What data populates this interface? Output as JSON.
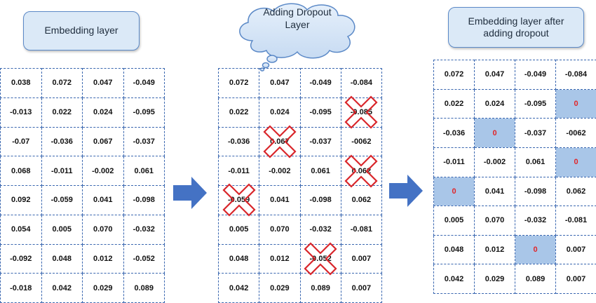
{
  "labels": {
    "embedding": "Embedding layer",
    "dropout_line1": "Adding Dropout",
    "dropout_line2": "Layer",
    "after_line1": "Embedding layer after",
    "after_line2": "adding dropout"
  },
  "colors": {
    "grid_border": "#3a67b0",
    "label_fill": "#dbe9f7",
    "dropped_fill": "#a9c6e8",
    "zero_text": "#e0262a",
    "cross": "#d9262b",
    "arrow": "#4472c4"
  },
  "left_grid": [
    [
      "0.038",
      "0.072",
      "0.047",
      "-0.049"
    ],
    [
      "-0.013",
      "0.022",
      "0.024",
      "-0.095"
    ],
    [
      "-0.07",
      "-0.036",
      "0.067",
      "-0.037"
    ],
    [
      "0.068",
      "-0.011",
      "-0.002",
      "0.061"
    ],
    [
      "0.092",
      "-0.059",
      "0.041",
      "-0.098"
    ],
    [
      "0.054",
      "0.005",
      "0.070",
      "-0.032"
    ],
    [
      "-0.092",
      "0.048",
      "0.012",
      "-0.052"
    ],
    [
      "-0.018",
      "0.042",
      "0.029",
      "0.089"
    ]
  ],
  "middle_grid": [
    [
      "0.072",
      "0.047",
      "-0.049",
      "-0.084"
    ],
    [
      "0.022",
      "0.024",
      "-0.095",
      "-0.085"
    ],
    [
      "-0.036",
      "0.067",
      "-0.037",
      "-0062"
    ],
    [
      "-0.011",
      "-0.002",
      "0.061",
      "0.062"
    ],
    [
      "-0.059",
      "0.041",
      "-0.098",
      "0.062"
    ],
    [
      "0.005",
      "0.070",
      "-0.032",
      "-0.081"
    ],
    [
      "0.048",
      "0.012",
      "-0.052",
      "0.007"
    ],
    [
      "0.042",
      "0.029",
      "0.089",
      "0.007"
    ]
  ],
  "crossed_cells": [
    [
      1,
      3
    ],
    [
      2,
      1
    ],
    [
      3,
      3
    ],
    [
      4,
      0
    ],
    [
      6,
      2
    ]
  ],
  "right_grid": [
    [
      "0.072",
      "0.047",
      "-0.049",
      "-0.084"
    ],
    [
      "0.022",
      "0.024",
      "-0.095",
      "0"
    ],
    [
      "-0.036",
      "0",
      "-0.037",
      "-0062"
    ],
    [
      "-0.011",
      "-0.002",
      "0.061",
      "0"
    ],
    [
      "0",
      "0.041",
      "-0.098",
      "0.062"
    ],
    [
      "0.005",
      "0.070",
      "-0.032",
      "-0.081"
    ],
    [
      "0.048",
      "0.012",
      "0",
      "0.007"
    ],
    [
      "0.042",
      "0.029",
      "0.089",
      "0.007"
    ]
  ],
  "zero_cells": [
    [
      1,
      3
    ],
    [
      2,
      1
    ],
    [
      3,
      3
    ],
    [
      4,
      0
    ],
    [
      6,
      2
    ]
  ]
}
